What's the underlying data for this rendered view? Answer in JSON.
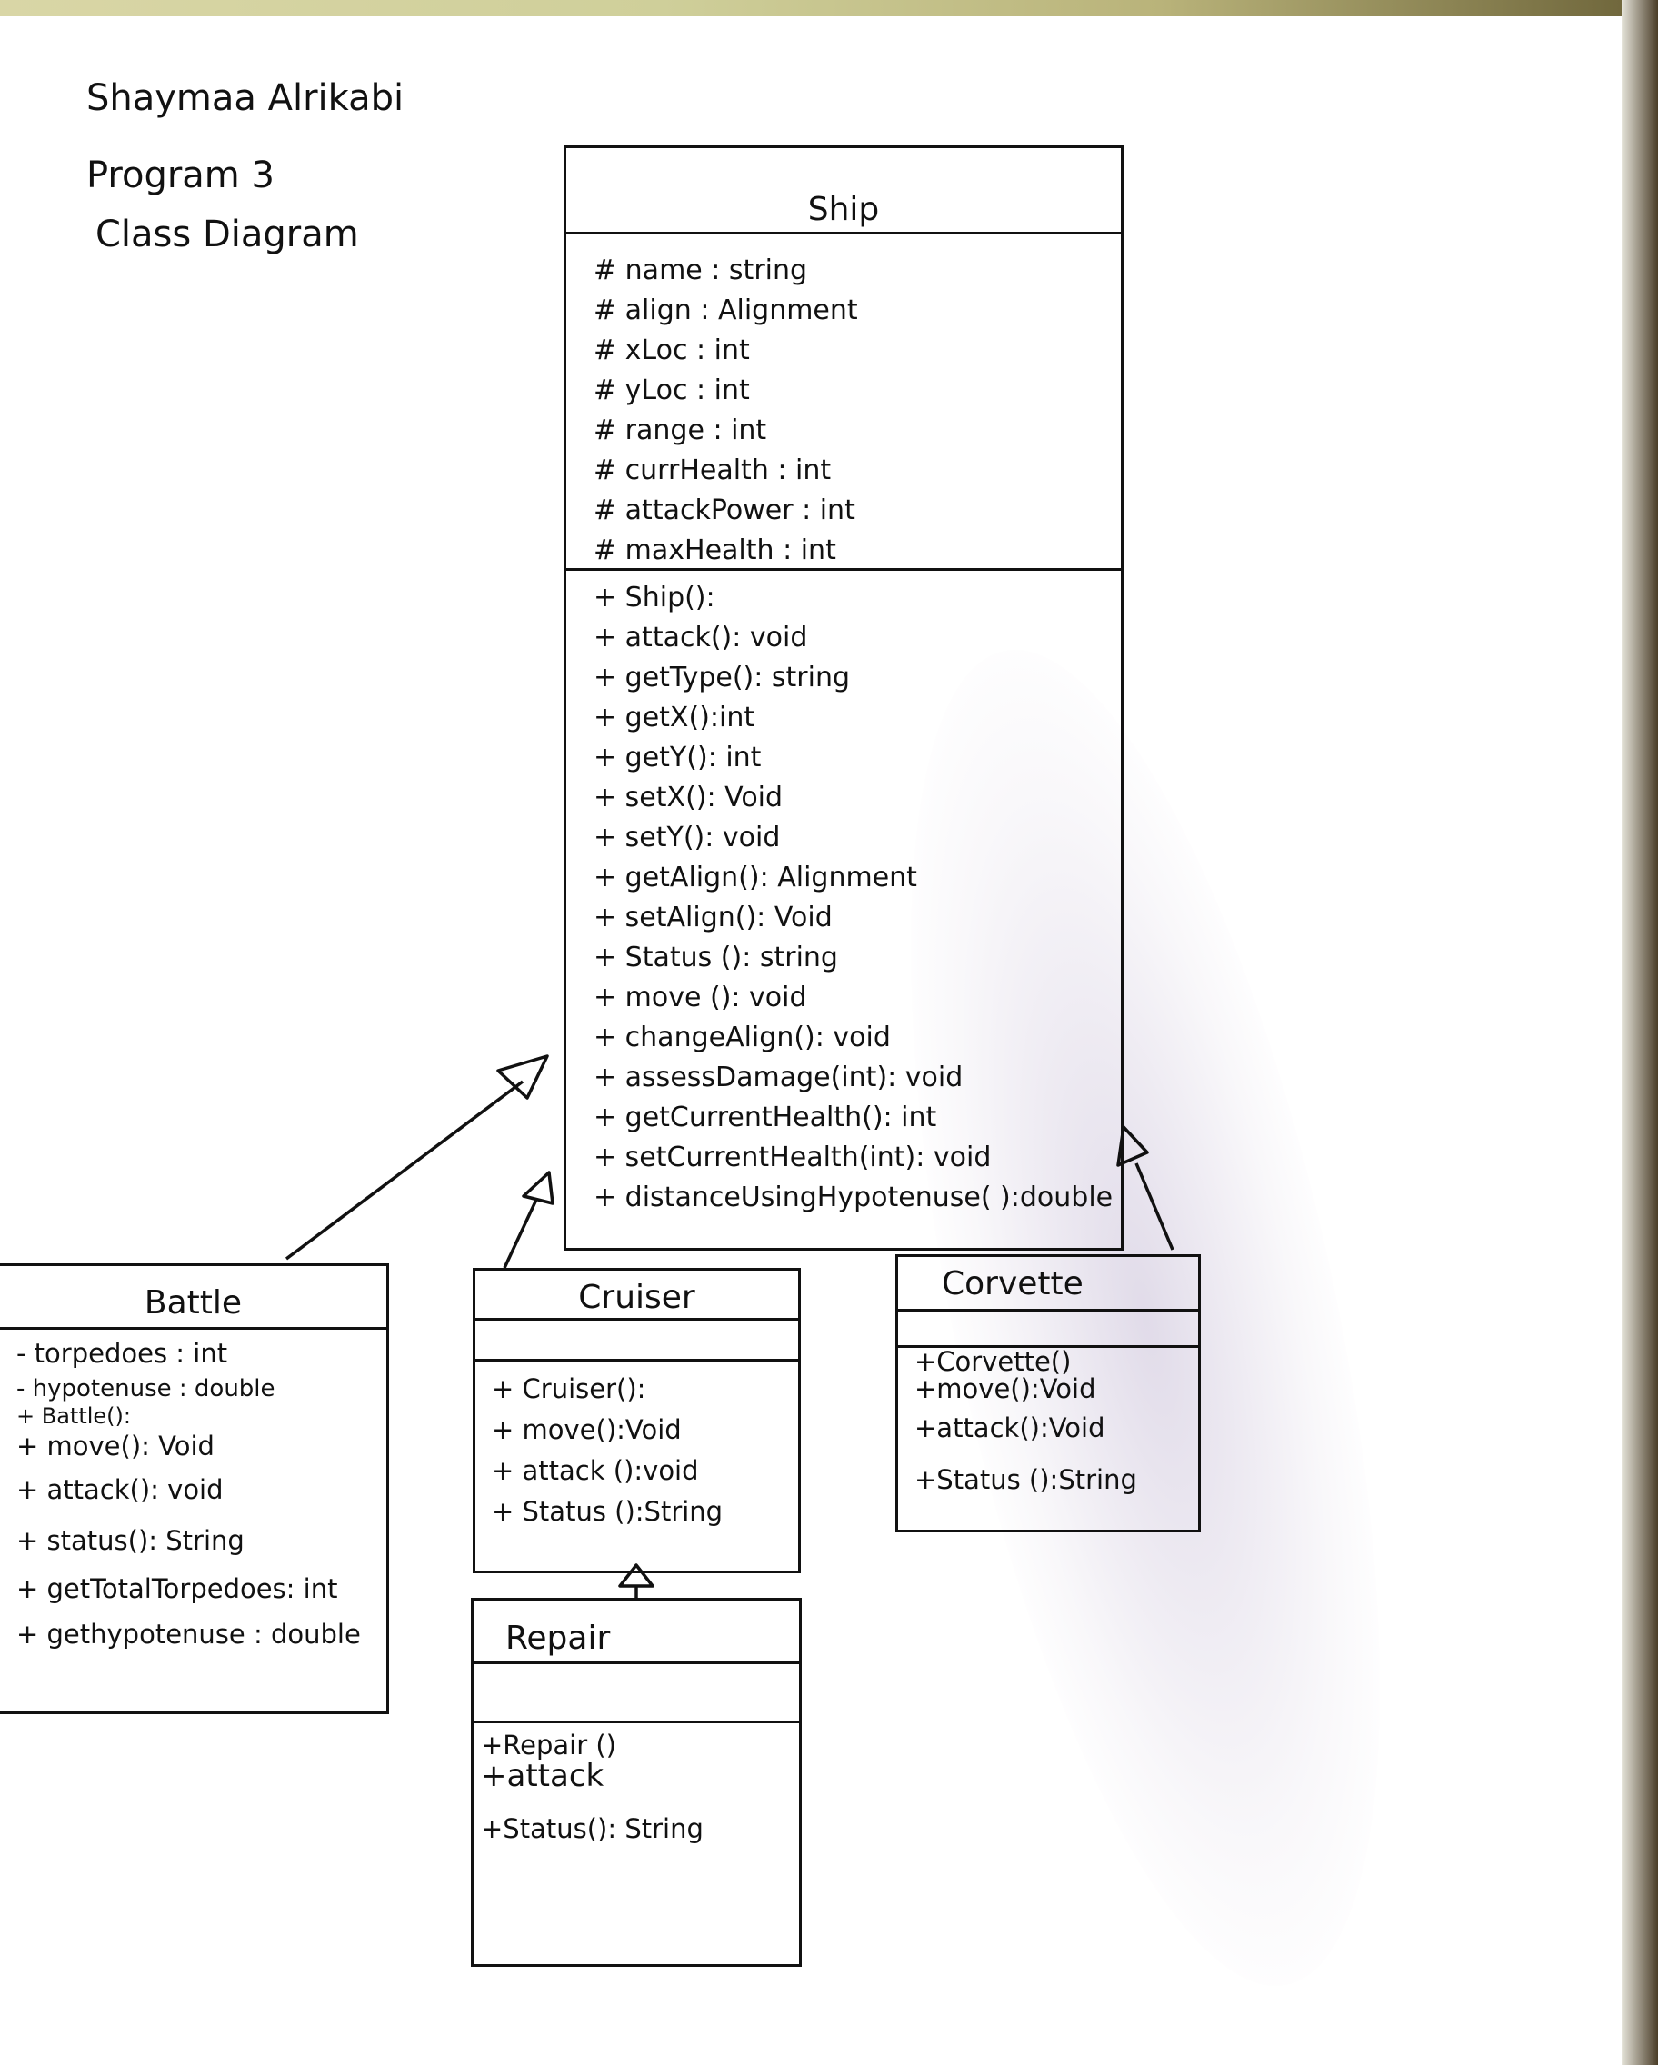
{
  "header": {
    "author": "Shaymaa Alrikabi",
    "program": "Program 3",
    "subtitle": "Class Diagram"
  },
  "classes": {
    "ship": {
      "name": "Ship",
      "attributes": [
        "# name : string",
        "# align : Alignment",
        "# xLoc : int",
        "# yLoc : int",
        "# range : int",
        "# currHealth : int",
        "# attackPower : int",
        "# maxHealth : int"
      ],
      "methods": [
        "+ Ship():",
        "+ attack(): void",
        "+ getType(): string",
        "+ getX():int",
        "+ getY(): int",
        "+ setX(): Void",
        "+ setY(): void",
        "+ getAlign(): Alignment",
        "+ setAlign(): Void",
        "+ Status (): string",
        "+ move (): void",
        "+ changeAlign(): void",
        "+ assessDamage(int): void",
        "+ getCurrentHealth(): int",
        "+ setCurrentHealth(int): void",
        "+ distanceUsingHypotenuse( ):double"
      ]
    },
    "battle": {
      "name": "Battle",
      "attributes": [
        "- torpedoes : int",
        "- hypotenuse : double"
      ],
      "methods": [
        "+ Battle():",
        "+ move(): Void",
        "+ attack(): void",
        "+ status(): String",
        "+ getTotalTorpedoes: int",
        "+ gethypotenuse : double"
      ]
    },
    "cruiser": {
      "name": "Cruiser",
      "attributes": [],
      "methods": [
        "+ Cruiser():",
        "+ move():Void",
        "+ attack ():void",
        "+ Status ():String"
      ]
    },
    "corvette": {
      "name": "Corvette",
      "attributes": [],
      "methods": [
        "+Corvette()",
        "+move():Void",
        "+attack():Void",
        "+Status ():String"
      ]
    },
    "repair": {
      "name": "Repair",
      "attributes": [],
      "methods": [
        "+Repair ()",
        "+attack",
        "+Status(): String"
      ]
    }
  },
  "relations": [
    {
      "from": "Battle",
      "to": "Ship",
      "type": "inheritance"
    },
    {
      "from": "Cruiser",
      "to": "Ship",
      "type": "inheritance"
    },
    {
      "from": "Corvette",
      "to": "Ship",
      "type": "inheritance"
    },
    {
      "from": "Repair",
      "to": "Cruiser",
      "type": "inheritance"
    }
  ],
  "colors": {
    "ink": "#111111",
    "paper": "#ffffff",
    "smudge": "#c8bed7"
  }
}
